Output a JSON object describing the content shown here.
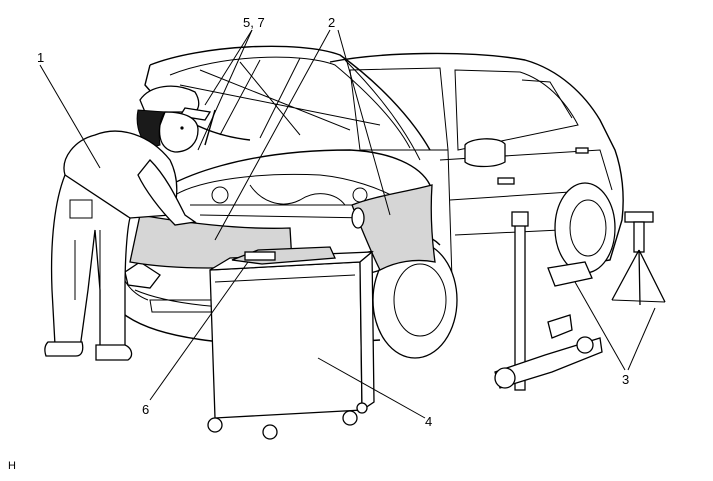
{
  "diagram": {
    "callouts": [
      {
        "id": "c1",
        "label": "1"
      },
      {
        "id": "c2",
        "label": "2"
      },
      {
        "id": "c3",
        "label": "3"
      },
      {
        "id": "c4",
        "label": "4"
      },
      {
        "id": "c57",
        "label": "5, 7"
      },
      {
        "id": "c6",
        "label": "6"
      }
    ],
    "footnote": "H"
  }
}
